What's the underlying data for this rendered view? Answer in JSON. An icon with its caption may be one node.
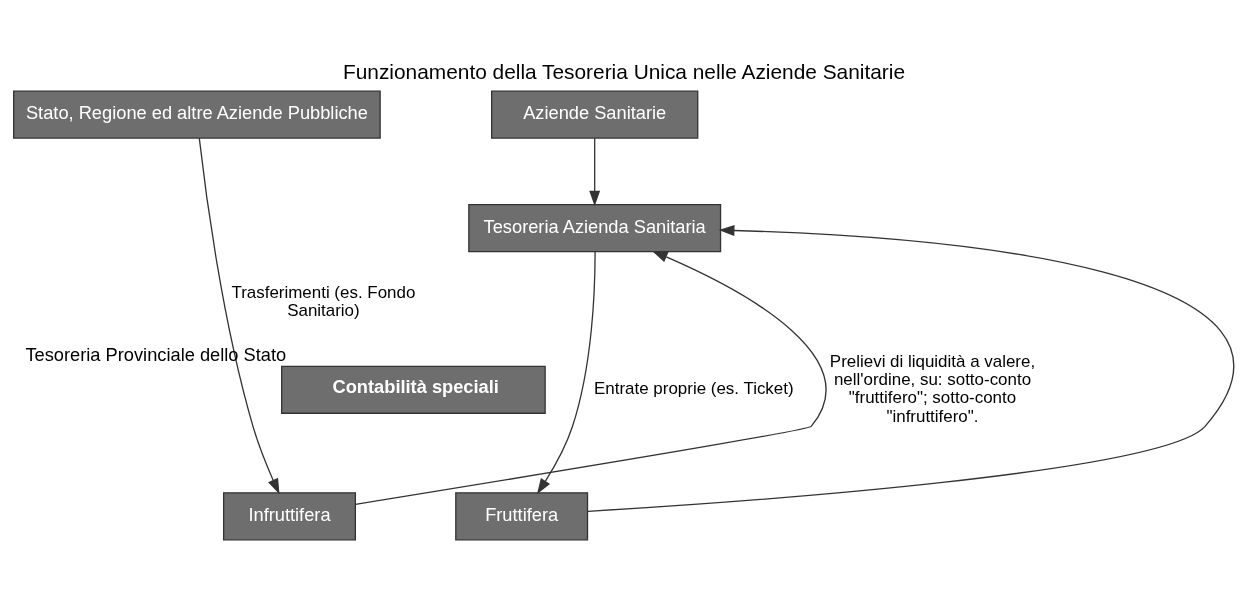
{
  "diagram": {
    "title": "Funzionamento della Tesoreria Unica nelle Aziende Sanitarie",
    "nodes": [
      {
        "text": [
          "Stato, Regione ed altre Aziende Pubbliche"
        ]
      },
      {
        "text": [
          "Aziende Sanitarie"
        ]
      },
      {
        "text": [
          "Tesoreria Azienda Sanitaria"
        ]
      },
      {
        "text": [
          "Contabilità speciali"
        ],
        "beside": [
          "Tesoreria Provinciale dello Stato"
        ]
      },
      {
        "text": [
          "Infruttifera"
        ]
      },
      {
        "text": [
          "Fruttifera"
        ]
      }
    ],
    "edges": [
      {
        "from": 0,
        "to": 4,
        "arrow": "to",
        "label": "Trasferimenti (es. Fondo Sanitario)"
      },
      {
        "from": 1,
        "to": 2,
        "arrow": "to"
      },
      {
        "from": 2,
        "to": 5,
        "arrow": "to",
        "label": "Entrate proprie (es. Ticket)"
      },
      {
        "from": 4,
        "to": 2,
        "arrow": "to",
        "label": "Prelievi di liquidità a valere, nell'ordine, su: sotto-conto \"fruttifero\"; sotto-conto \"infruttifero\"."
      },
      {
        "from": 5,
        "to": 2,
        "arrow": "to"
      }
    ]
  }
}
